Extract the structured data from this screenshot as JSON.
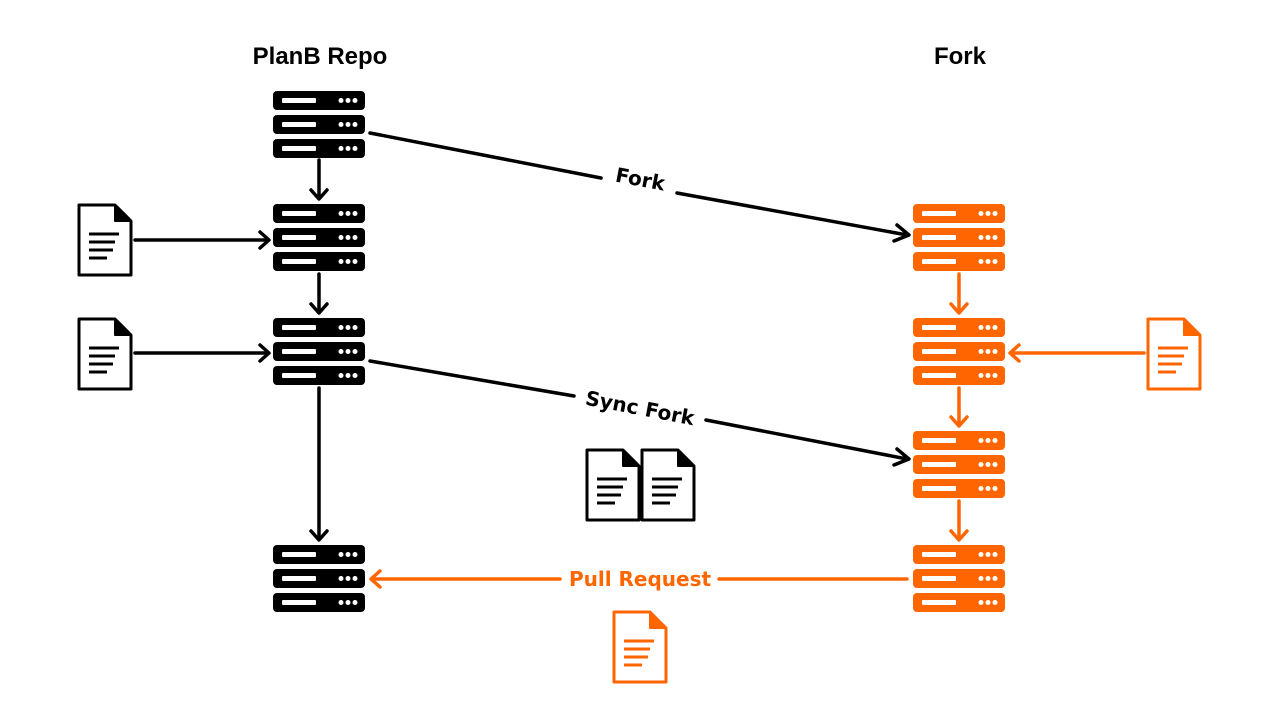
{
  "titles": {
    "left": "PlanB Repo",
    "right": "Fork"
  },
  "edge_labels": {
    "fork": "Fork",
    "sync_fork": "Sync Fork",
    "pull_request": "Pull Request"
  },
  "colors": {
    "primary": "#000000",
    "accent": "#ff6600",
    "background": "#ffffff"
  },
  "icons": {
    "repo": "server-stack-icon",
    "change": "document-icon"
  }
}
